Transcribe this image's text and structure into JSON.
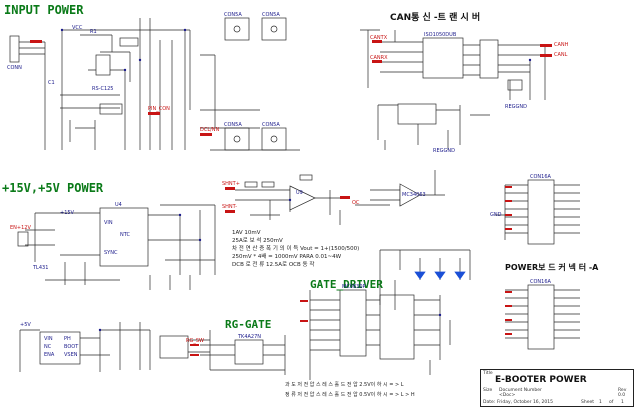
{
  "sections": {
    "input_power": "INPUT POWER",
    "plus15_5_power": "+15V,+5V POWER",
    "gate_driver": "GATE_DRIVER",
    "rg_gate": "RG-GATE",
    "can_transceiver": "CAN통 신 -트 랜 시 버",
    "power_connector": "POWER보 드 커 넥 터 -A"
  },
  "measure_notes": {
    "line1": "1AV  10mV",
    "line2": "25A로 보 석   250mV",
    "line3": "차 전 연 산 증 폭 기 의  이 득   Vout = 1+(1500/500)",
    "line4": "250mV * 4배  = 1000mV PARA 0.01~4W",
    "line5": "DCB 로  전 류 12.5A로 OCB 동 작"
  },
  "bottom_notes": {
    "line1": "과 도 저 전 압  스 레 스 홀 드 전 압  2.5V이 하  시  = >  L",
    "line2": "정 류 저 전 압  스 레 스 홀 드 전 압  0.5V이 하  시  = >  L >  H"
  },
  "title_block": {
    "title": "E-BOOTER POWER",
    "size_label": "Size",
    "doc_label": "Document Number",
    "doc_value": "<Doc>",
    "rev_label": "Rev",
    "rev_value": "0.0",
    "date_label": "Date:",
    "date_value": "Friday, October 16, 2015",
    "sheet_label": "Sheet",
    "sheet_value": "1",
    "of_label": "of",
    "of_value": "1"
  },
  "labels": {
    "conn_input": "CONN",
    "vcc": "VCC",
    "r1": "R1",
    "c1": "C1",
    "rs_c125": "RS-C125",
    "pin_con": "PIN_CON",
    "dcl_nn": "DCL/NN",
    "con5a": "CON5A",
    "con5a_2": "CON5A",
    "cond_a": "CON5A",
    "cond_b": "CON5A",
    "u_reg": "U4",
    "ntc": "NTC",
    "vin": "VIN",
    "sync": "SYNC",
    "tl431": "TL431",
    "enable": "EN+12V",
    "can_h": "CANH",
    "can_l": "CANL",
    "can_tx": "CANTX",
    "can_rx": "CANRX",
    "iso": "ISO1050DUB",
    "regnd": "REGGND",
    "opamp": "U9",
    "shunt_in": "SHNT+",
    "shunt_out": "SHNT-",
    "oc": "OC",
    "mc": "MC34063",
    "gate_ic": "MC0830P",
    "rg_sw": "RG_SW",
    "tk": "TK4A27N",
    "conn_a": "CON16A",
    "conn_b": "CON16A",
    "p15v": "+15V",
    "p5v": "+5V",
    "gnd": "GND",
    "ph": "PH",
    "boot": "BOOT",
    "vsen": "VSEN",
    "nc": "NC",
    "ena": "ENA"
  }
}
